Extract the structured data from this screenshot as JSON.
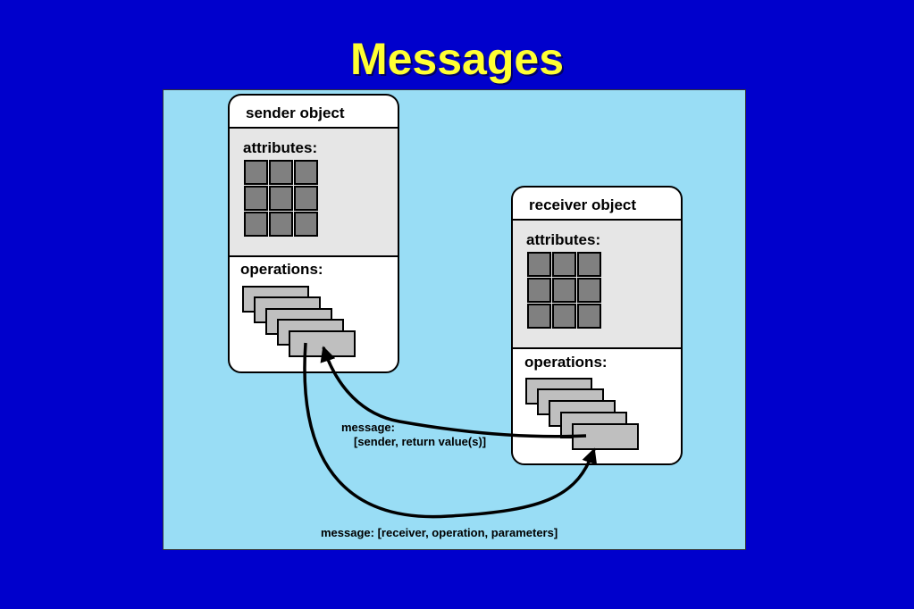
{
  "slide": {
    "title": "Messages"
  },
  "colors": {
    "slide_background": "#0000cc",
    "title_text": "#ffff33",
    "diagram_background": "#99ddf5",
    "object_fill": "#ffffff",
    "attributes_fill": "#e6e6e6",
    "attribute_cell": "#808080",
    "operation_card": "#bfbfbf"
  },
  "sender": {
    "title": "sender object",
    "attributes_label": "attributes:",
    "operations_label": "operations:"
  },
  "receiver": {
    "title": "receiver object",
    "attributes_label": "attributes:",
    "operations_label": "operations:"
  },
  "messages": {
    "return_line1": "message:",
    "return_line2": "[sender, return value(s)]",
    "call": "message: [receiver, operation, parameters]"
  }
}
